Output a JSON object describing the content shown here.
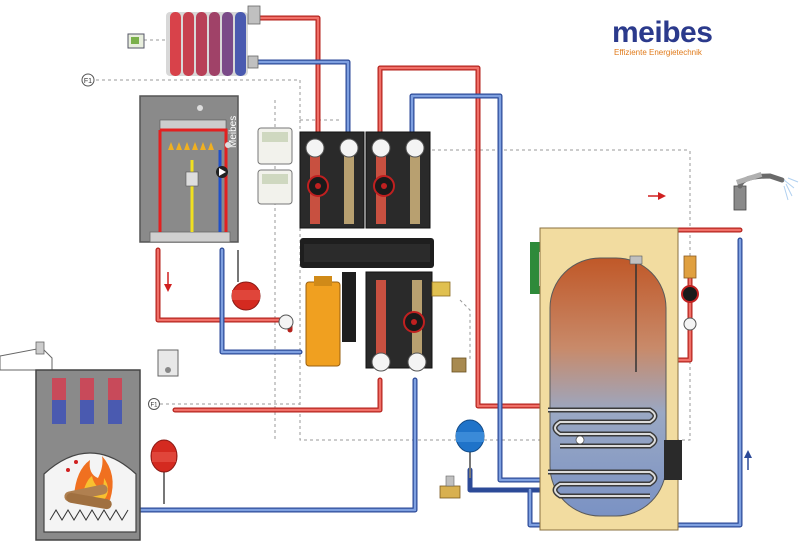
{
  "brand": {
    "name": "meibes",
    "tagline": "Effiziente Energietechnik"
  },
  "boiler": {
    "label": "Meibes"
  },
  "markers": {
    "f1_top": "F1",
    "f1_bottom": "F1"
  },
  "colors": {
    "hot_pipe": "#e0413a",
    "cold_pipe": "#4a6fc4",
    "brand_blue": "#2b3a8c",
    "brand_tag": "#e07a1a",
    "valve_gold": "#f0a020",
    "logo_green": "#2e8a3a",
    "expansion_red": "#d42a20",
    "expansion_blue": "#1f73c9"
  },
  "icons": [
    "radiator-icon",
    "room-thermostat-icon",
    "boiler-icon",
    "wood-stove-icon",
    "fire-icon",
    "pump-icon",
    "expansion-vessel-icon",
    "hydraulic-separator-icon",
    "controller-icon",
    "storage-tank-icon",
    "heat-exchanger-coil-icon",
    "faucet-icon",
    "flow-arrow-icon",
    "k-logo-icon"
  ]
}
